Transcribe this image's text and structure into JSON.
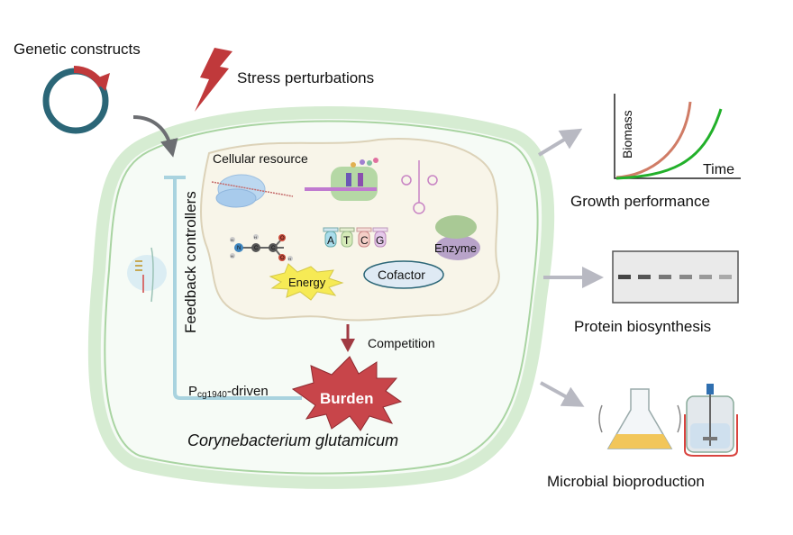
{
  "inputs": {
    "genetic_constructs": "Genetic constructs",
    "stress_perturbations": "Stress perturbations"
  },
  "cell": {
    "organism": "Corynebacterium glutamicum",
    "feedback_label": "Feedback controllers",
    "promoter_prefix": "P",
    "promoter_subscript": "cg1940",
    "promoter_suffix": "-driven",
    "competition": "Competition",
    "burden": "Burden",
    "resource": {
      "title": "Cellular resource",
      "nucleotides": [
        "A",
        "T",
        "C",
        "G"
      ],
      "enzyme": "Enzyme",
      "energy": "Energy",
      "cofactor": "Cofactor",
      "molecule_atoms": [
        "N",
        "C",
        "C",
        "O",
        "O",
        "H",
        "H",
        "H",
        "H"
      ]
    }
  },
  "outputs": {
    "growth": {
      "title": "Growth performance",
      "ylabel": "Biomass",
      "xlabel": "Time"
    },
    "protein": {
      "title": "Protein biosynthesis"
    },
    "bioproduction": {
      "title": "Microbial bioproduction"
    }
  },
  "colors": {
    "plasmid": "#2b6677",
    "red": "#c0393b",
    "membrane": "#d6ecd2",
    "feedback": "#a9d3df",
    "fast_curve": "#d07c66",
    "slow_curve": "#22b02a",
    "arrow_gray": "#b8b9c2"
  }
}
